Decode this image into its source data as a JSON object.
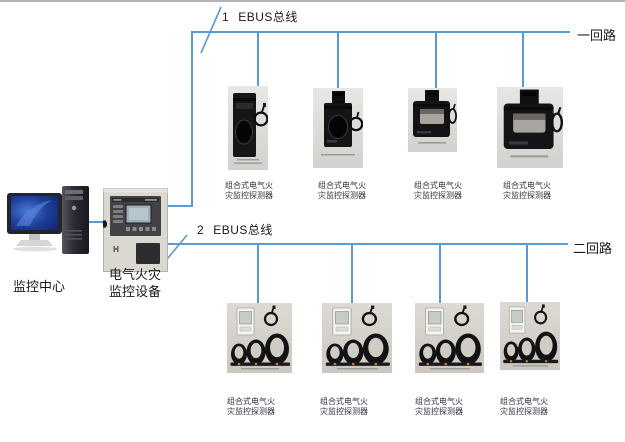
{
  "colors": {
    "bus_line": "#5b9bd5",
    "top_border": "#b4b4bd"
  },
  "bus1": {
    "wire_count": "1",
    "bus_name": "EBUS总线",
    "circuit_label": "一回路"
  },
  "bus2": {
    "wire_count": "2",
    "bus_name": "EBUS总线",
    "circuit_label": "二回路"
  },
  "monitoring_center": {
    "label": "监控中心"
  },
  "control_device": {
    "label_line1": "电气火灾",
    "label_line2": "监控设备"
  },
  "detectors_row1": [
    {
      "label_line1": "组合式电气火",
      "label_line2": "灾监控探测器"
    },
    {
      "label_line1": "组合式电气火",
      "label_line2": "灾监控探测器"
    },
    {
      "label_line1": "组合式电气火",
      "label_line2": "灾监控探测器"
    },
    {
      "label_line1": "组合式电气火",
      "label_line2": "灾监控探测器"
    }
  ],
  "detectors_row2": [
    {
      "label_line1": "组合式电气火",
      "label_line2": "灾监控探测器"
    },
    {
      "label_line1": "组合式电气火",
      "label_line2": "灾监控探测器"
    },
    {
      "label_line1": "组合式电气火",
      "label_line2": "灾监控探测器"
    },
    {
      "label_line1": "组合式电气火",
      "label_line2": "灾监控探测器"
    }
  ]
}
